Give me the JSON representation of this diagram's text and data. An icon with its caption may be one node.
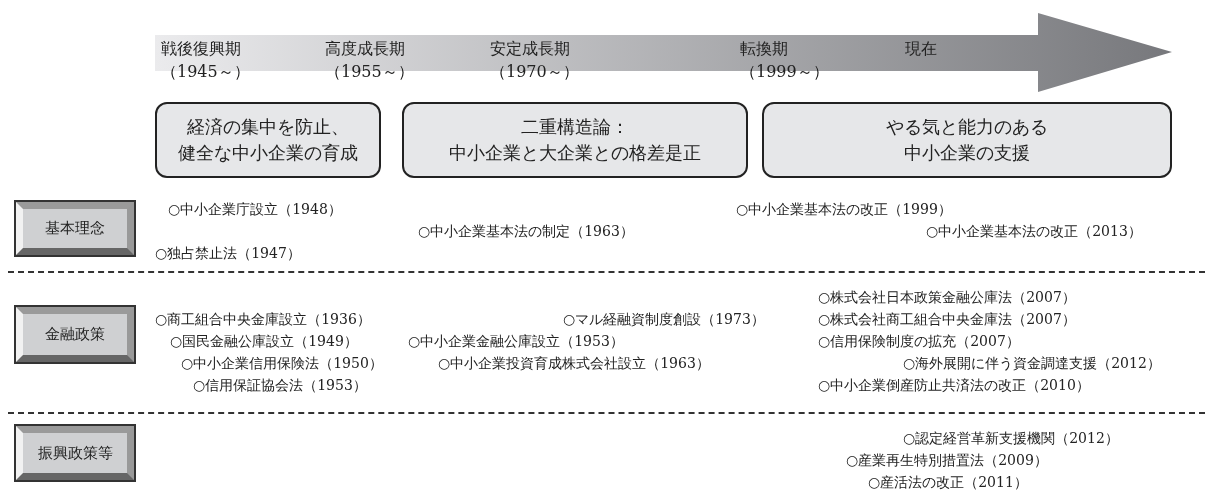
{
  "diagram": {
    "nodes": [
      {
        "text": [
          "戦後復興期（1945～）",
          "高度成長期（1955～）",
          "安定成長期（1970～）",
          "転換期（1999～）",
          "現在"
        ]
      },
      {
        "text": [
          "経済の集中を防止、",
          "健全な中小企業の育成"
        ]
      },
      {
        "text": [
          "二重構造論：",
          "中小企業と大企業との格差是正"
        ]
      },
      {
        "text": [
          "やる気と能力のある中小企業の支援"
        ]
      },
      {
        "text": [
          "基本理念"
        ]
      },
      {
        "text": [
          "金融政策"
        ]
      },
      {
        "text": [
          "振興政策等"
        ]
      }
    ],
    "edges": [],
    "labels": [
      "○中小企業庁設立（1948）",
      "○中小企業基本法の改正（1999）",
      "○中小企業基本法の制定（1963）",
      "○中小企業基本法の改正（2013）",
      "○独占禁止法（1947）",
      "○株式会社日本政策金融公庫法（2007）",
      "○商工組合中央金庫設立（1936）",
      "○マル経融資制度創設（1973）",
      "○株式会社商工組合中央金庫法（2007）",
      "○国民金融公庫設立（1949）",
      "○中小企業金融公庫設立（1953）",
      "○信用保険制度の拡充（2007）",
      "○中小企業信用保険法（1950）",
      "○中小企業投資育成株式会社設立（1963）",
      "○海外展開に伴う資金調達支援（2012）",
      "○信用保証協会法（1953）",
      "○中小企業倒産防止共済法の改正（2010）",
      "○認定経営革新支援機関（2012）",
      "○産業再生特別措置法（2009）",
      "○産活法の改正（2011）"
    ]
  }
}
